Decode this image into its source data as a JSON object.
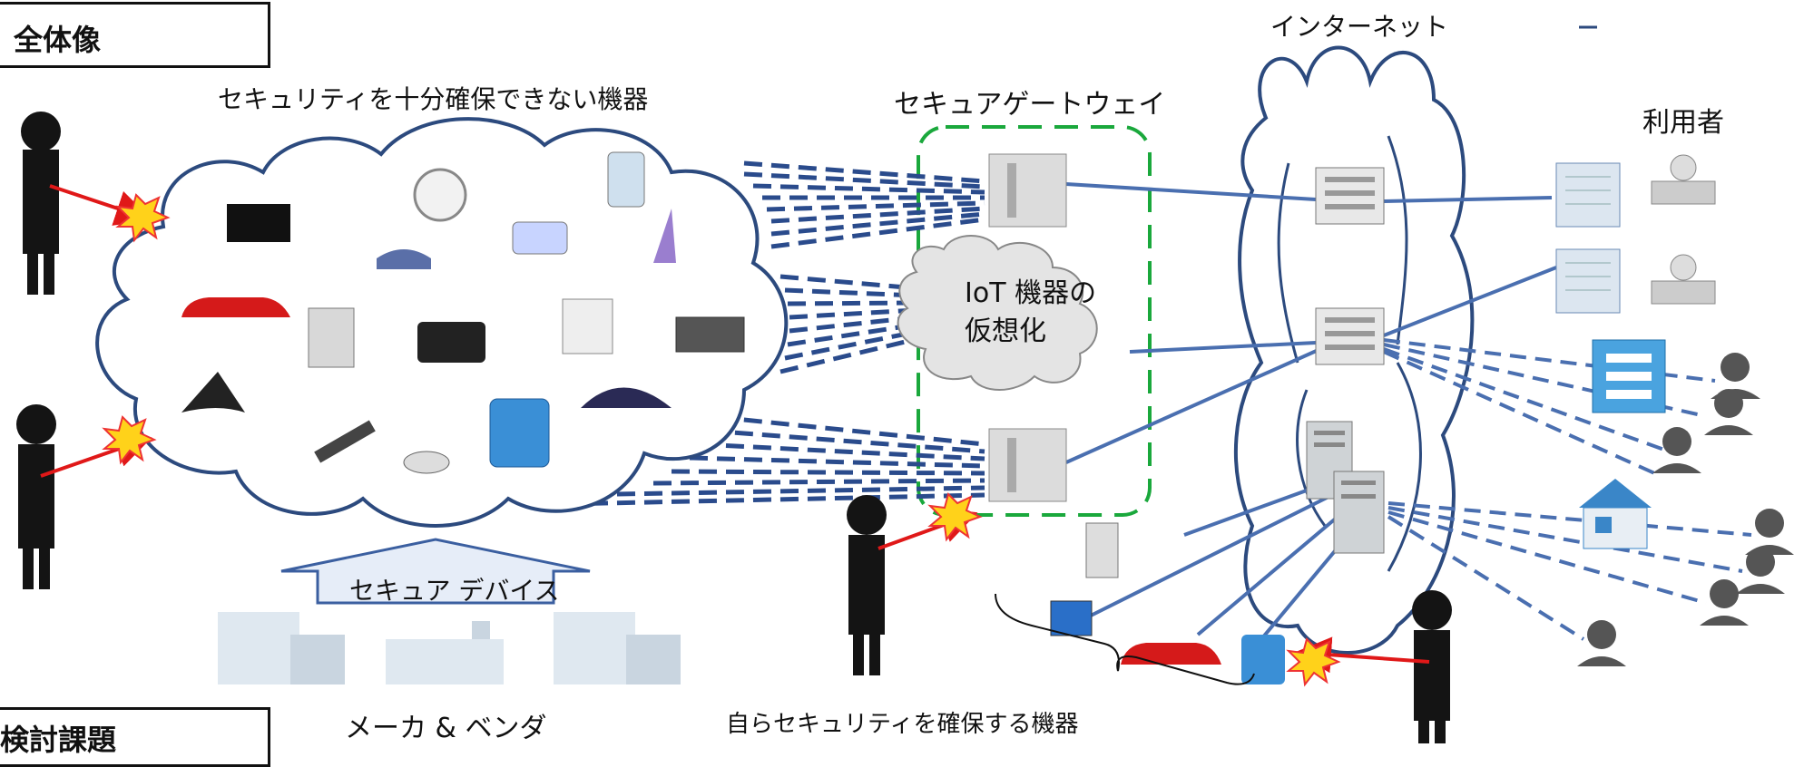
{
  "labels": {
    "overview": "全体像",
    "insecure_devices": "セキュリティを十分確保できない機器",
    "secure_gateway": "セキュアゲートウェイ",
    "internet": "インターネット",
    "users": "利用者",
    "iot_virtual_line1": "IoT 機器の",
    "iot_virtual_line2": "仮想化",
    "secure_device": "セキュア デバイス",
    "maker_vendor": "メーカ & ベンダ",
    "self_secure": "自らセキュリティを確保する機器",
    "issues": "検討課題"
  },
  "colors": {
    "link": "#4a6fb0",
    "dashed": "#2a4b8c",
    "gateway": "#1aa83c",
    "attack": "#e01818",
    "cloud_stroke": "#2c4a7e"
  },
  "icons": [
    "tv-icon",
    "clock-icon",
    "shoes-icon",
    "toaster-icon",
    "kettle-icon",
    "vacuum-icon",
    "car-icon",
    "fridge-icon",
    "camera-icon",
    "washer-icon",
    "microwave-icon",
    "witch-hat-icon",
    "guitar-icon",
    "camera-dome-icon",
    "robot-icon",
    "umbrella-icon",
    "server-icon",
    "desktop-server-icon",
    "desktop-pc-icon",
    "building-icon",
    "house-icon",
    "user-pc-icon",
    "person-silhouette-icon",
    "attacker-icon",
    "explosion-icon",
    "factory-icon"
  ]
}
